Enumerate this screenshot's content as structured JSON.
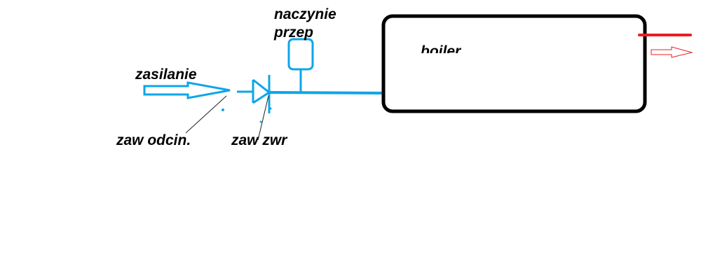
{
  "labels": {
    "supply": "zasilanie",
    "shutoff_valve": "zaw odcin.",
    "check_valve": "zaw zwr",
    "expansion_vessel_line1": "naczynie",
    "expansion_vessel_line2": "przep",
    "boiler": "boiler"
  },
  "colors": {
    "pipe": "#0ea5e9",
    "hot_outlet": "#ed1c24",
    "outline": "#000000"
  }
}
